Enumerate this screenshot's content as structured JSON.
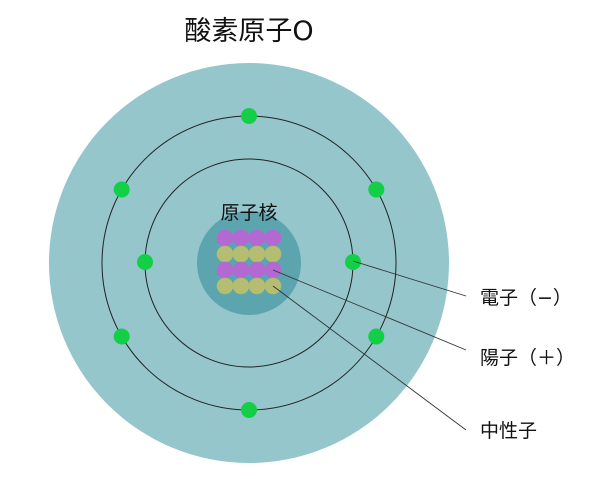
{
  "title": "酸素原子O",
  "nucleus_label": "原子核",
  "labels": {
    "electron": "電子（−）",
    "proton": "陽子（＋）",
    "neutron": "中性子"
  },
  "counts": {
    "electrons_inner": 2,
    "electrons_outer": 6,
    "protons": 8,
    "neutrons": 8
  },
  "colors": {
    "atom": "#94c6cc",
    "nucleus": "#5ca4ae",
    "electron": "#12cf45",
    "proton": "#b468d2",
    "neutron": "#b5bd70",
    "orbit": "#222222"
  }
}
